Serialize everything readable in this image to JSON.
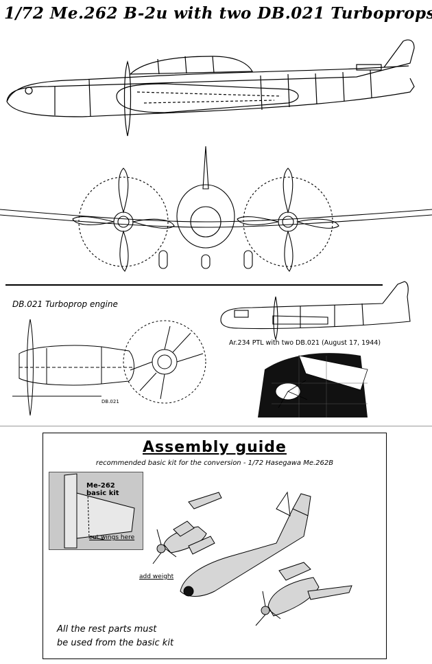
{
  "title": "1/72 Me.262 B-2u with two DB.021 Turboprops",
  "engine_section": {
    "label": "DB.021 Turboprop engine"
  },
  "ar234_section": {
    "caption": "Ar.234 PTL with two DB.021 (August 17, 1944)"
  },
  "assembly": {
    "title": "Assembly guide",
    "subtitle": "recommended basic kit for the conversion - 1/72 Hasegawa Me.262B",
    "inset_label": "Me-262 basic kit",
    "cut_label": "cut wings here",
    "weight_label": "add weight",
    "note_line1": "All the rest parts must",
    "note_line2": "be used from the basic kit"
  },
  "colors": {
    "ink": "#000000",
    "paper": "#ffffff",
    "inset_bg": "#c9c9c9",
    "model_gray": "#d6d6d6"
  }
}
